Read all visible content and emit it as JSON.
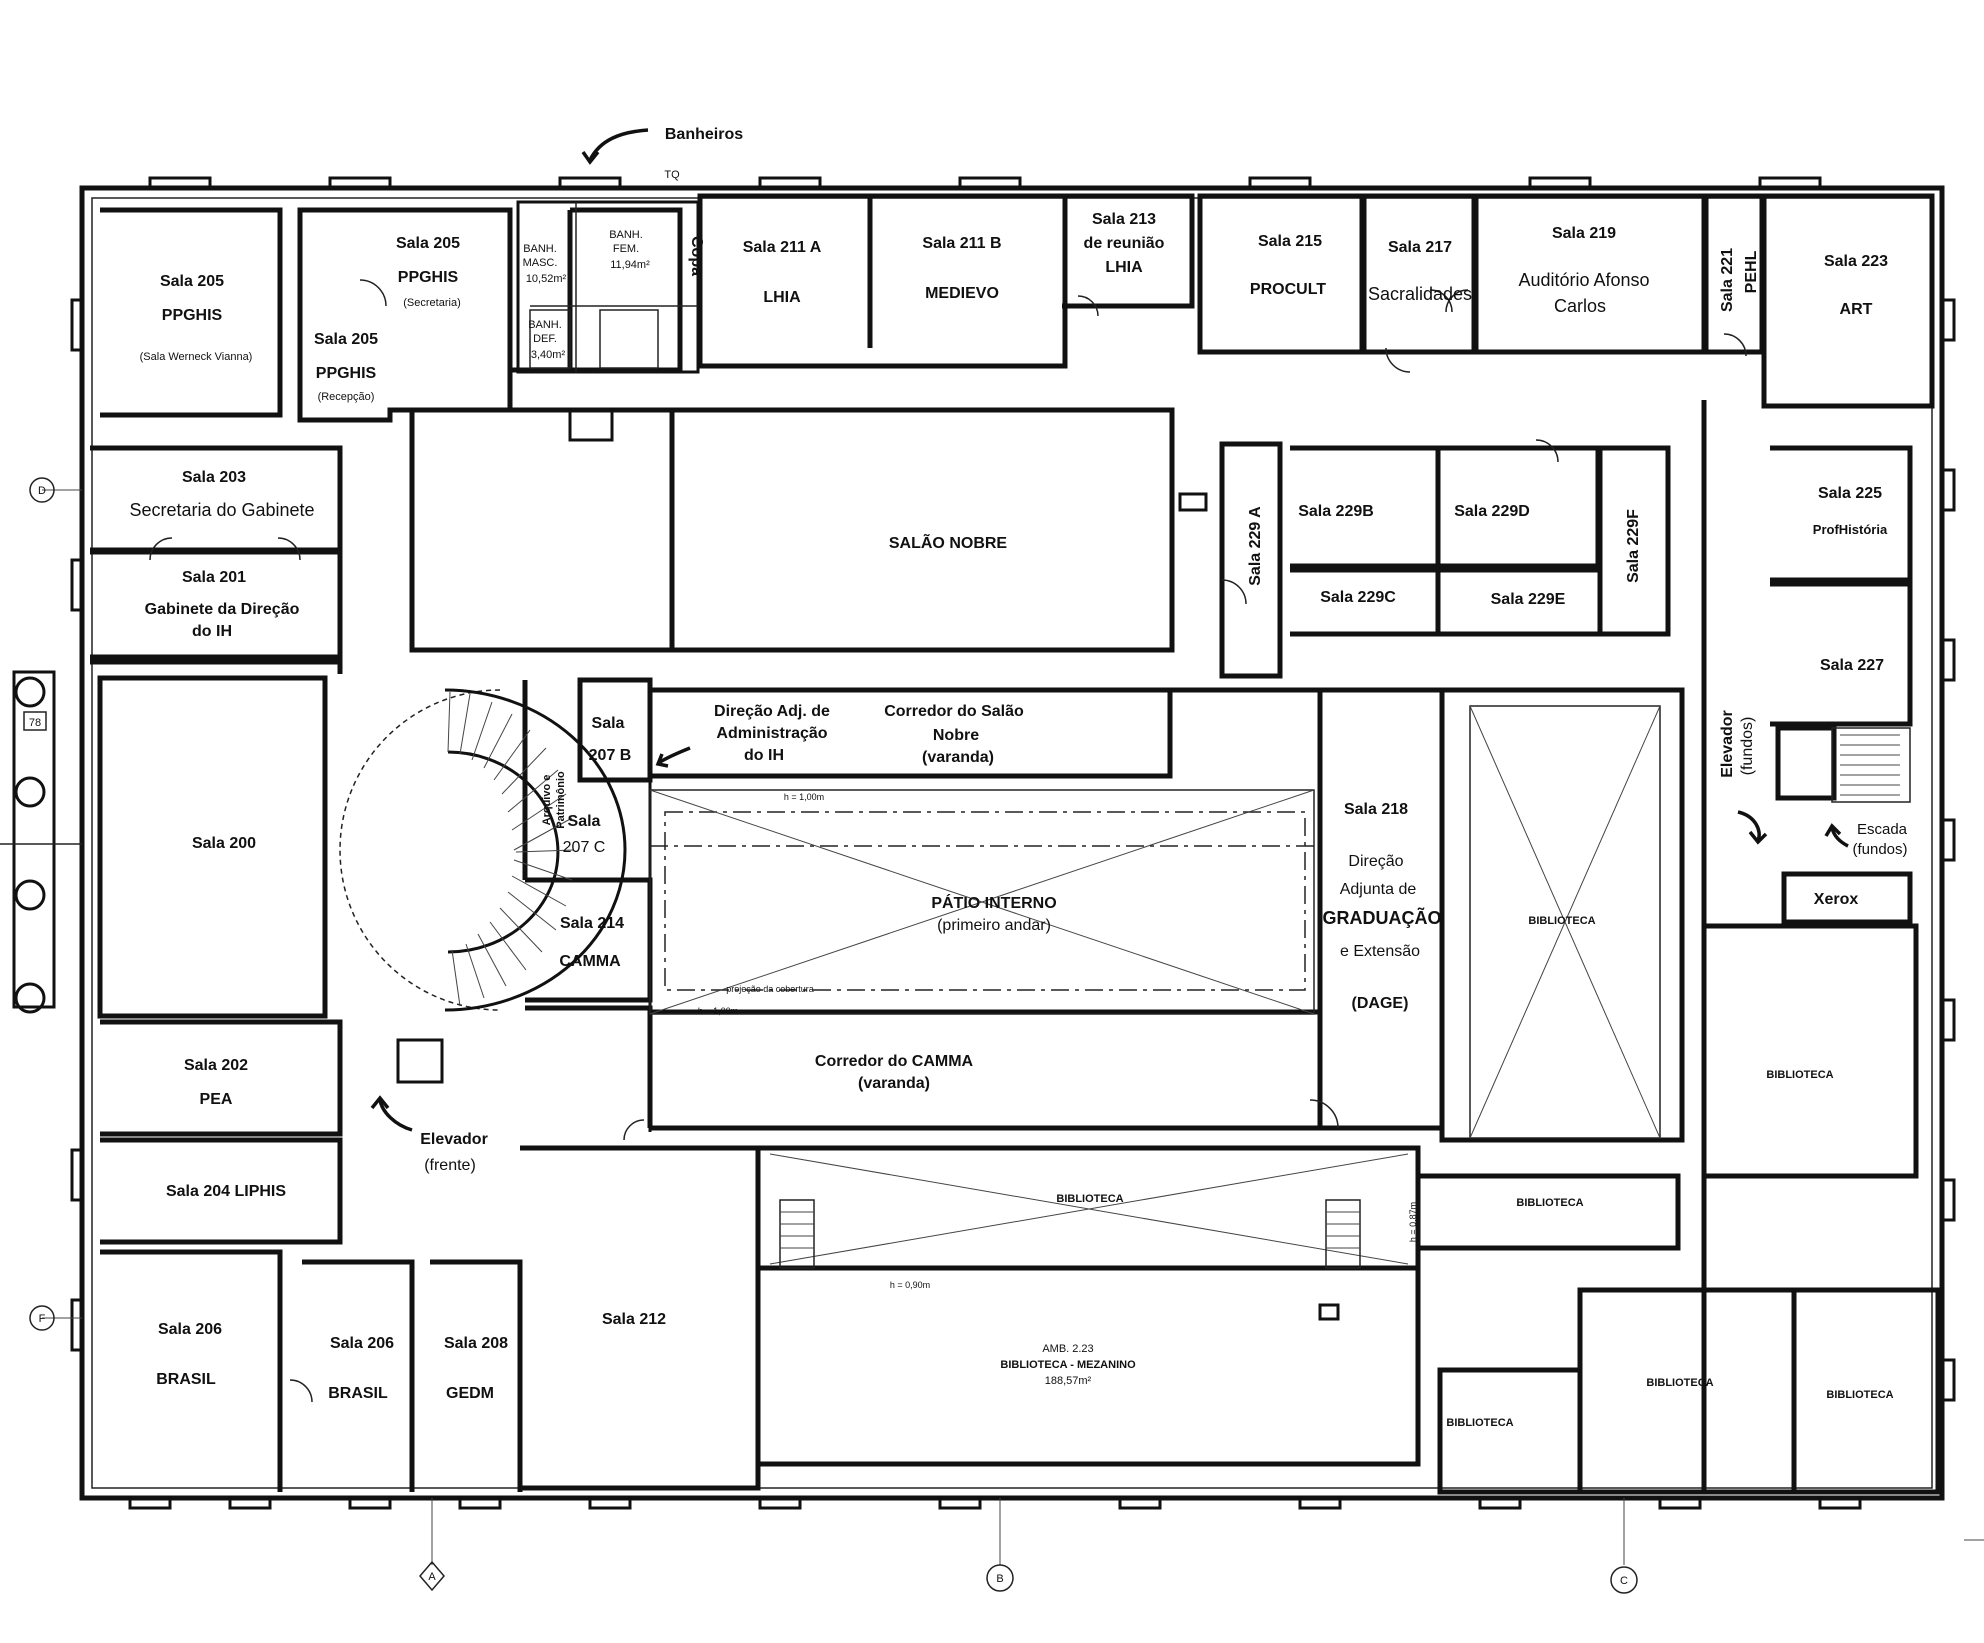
{
  "top_note": "Banheiros",
  "tq": "TQ",
  "rooms": {
    "r205a": [
      "Sala 205",
      "PPGHIS",
      "(Sala Werneck Vianna)"
    ],
    "r205b": [
      "Sala 205",
      "PPGHIS",
      "(Secretaria)"
    ],
    "r205c": [
      "Sala 205",
      "PPGHIS",
      "(Recepção)"
    ],
    "banh_masc": [
      "BANH.",
      "MASC.",
      "10,52m²"
    ],
    "banh_fem": [
      "BANH.",
      "FEM.",
      "11,94m²"
    ],
    "banh_def": [
      "BANH.",
      "DEF.",
      "3,40m²"
    ],
    "copa": "Copa",
    "r211a": [
      "Sala 211 A",
      "LHIA"
    ],
    "r211b": [
      "Sala 211 B",
      "MEDIEVO"
    ],
    "r213": [
      "Sala 213",
      "de reunião",
      "LHIA"
    ],
    "r215": [
      "Sala 215",
      "PROCULT"
    ],
    "r217": [
      "Sala 217",
      "Sacralidades"
    ],
    "r219": [
      "Sala 219",
      "Auditório Afonso",
      "Carlos"
    ],
    "r221": [
      "Sala 221",
      "PEHL"
    ],
    "r223": [
      "Sala 223",
      "ART"
    ],
    "r203": [
      "Sala 203",
      "Secretaria do Gabinete"
    ],
    "r201": [
      "Sala 201",
      "Gabinete da Direção",
      "do IH"
    ],
    "salao": "SALÃO NOBRE",
    "r229a": "Sala 229 A",
    "r229b": "Sala 229B",
    "r229c": "Sala 229C",
    "r229d": "Sala 229D",
    "r229e": "Sala 229E",
    "r229f": "Sala 229F",
    "r225": [
      "Sala 225",
      "ProfHistória"
    ],
    "r227": "Sala 227",
    "r200": "Sala 200",
    "arquivo": [
      "Arquivo e",
      "Patrimônio"
    ],
    "r207b": [
      "Sala",
      "207 B"
    ],
    "r207c": [
      "Sala",
      "207 C"
    ],
    "dir_adm": [
      "Direção Adj. de",
      "Administração",
      "do IH"
    ],
    "corr_salao": [
      "Corredor do Salão",
      "Nobre",
      "(varanda)"
    ],
    "r218": [
      "Sala 218",
      "Direção",
      "Adjunta de",
      "GRADUAÇÃO",
      "e Extensão",
      "(DAGE)"
    ],
    "patio": [
      "PÁTIO INTERNO",
      "(primeiro andar)"
    ],
    "r214": [
      "Sala 214",
      "CAMMA"
    ],
    "corr_camma": [
      "Corredor do CAMMA",
      "(varanda)"
    ],
    "r202": [
      "Sala 202",
      "PEA"
    ],
    "r204": "Sala 204 LIPHIS",
    "elev_frente": [
      "Elevador",
      "(frente)"
    ],
    "elev_fundos": [
      "Elevador",
      "(fundos)"
    ],
    "escada": [
      "Escada",
      "(fundos)"
    ],
    "xerox": "Xerox",
    "biblioteca": "BIBLIOTECA",
    "r206a": [
      "Sala 206",
      "BRASIL"
    ],
    "r206b": [
      "Sala 206",
      "BRASIL"
    ],
    "r208": [
      "Sala 208",
      "GEDM"
    ],
    "r212": "Sala 212",
    "mezanino": [
      "AMB. 2.23",
      "BIBLIOTECA - MEZANINO",
      "188,57m²"
    ]
  },
  "heights": [
    "h = 1,00m",
    "h = 1,00m",
    "h = 0,90m",
    "h = 0,87m"
  ],
  "projecao": "projeção da cobertura",
  "axes": [
    "D",
    "F",
    "A",
    "B",
    "C"
  ],
  "num78": "78"
}
